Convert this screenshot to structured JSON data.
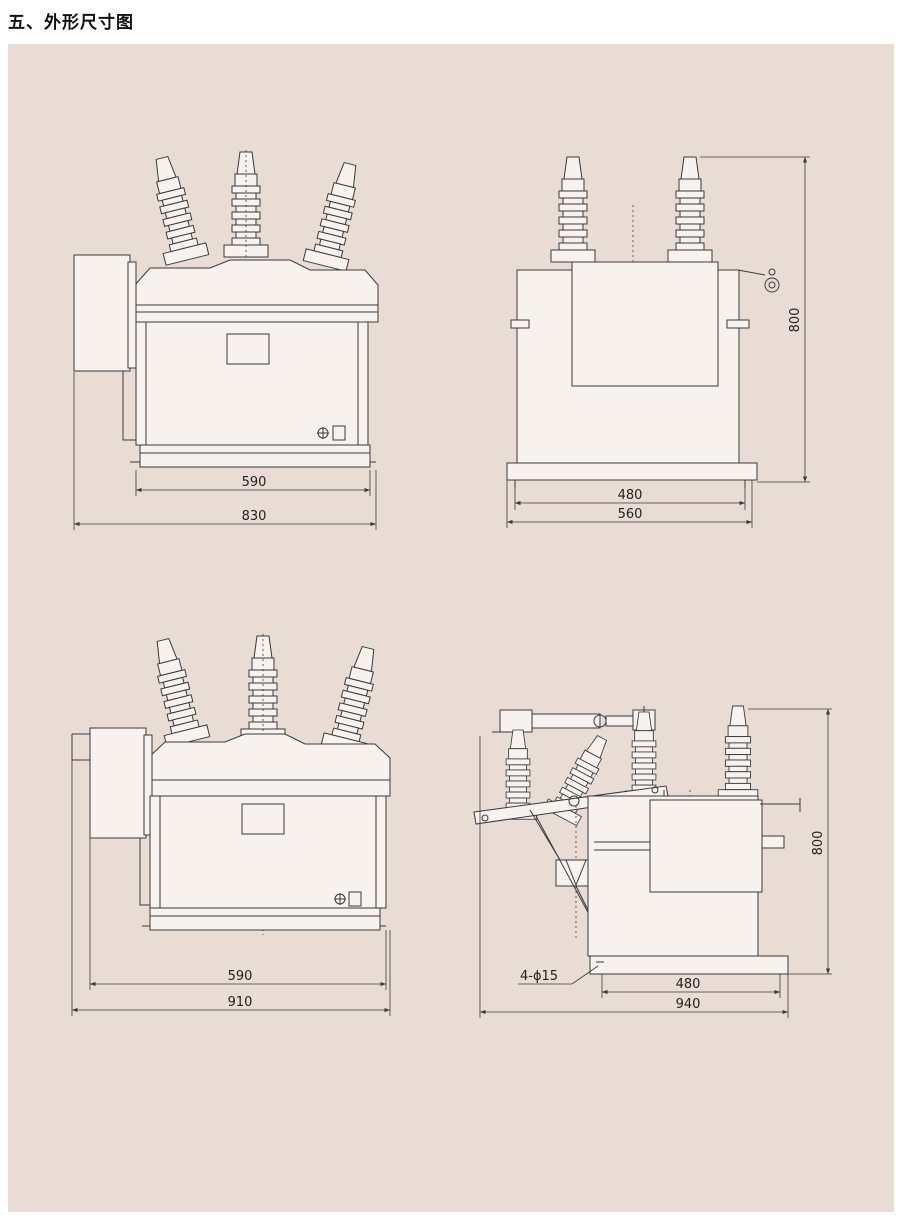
{
  "heading": "五、外形尺寸图",
  "views": {
    "top_left": {
      "dim_inner": "590",
      "dim_outer": "830"
    },
    "top_right": {
      "dim_inner": "480",
      "dim_outer": "560",
      "dim_height": "800"
    },
    "bottom_left": {
      "dim_inner": "590",
      "dim_outer": "910"
    },
    "bottom_right": {
      "dim_inner": "480",
      "dim_outer": "940",
      "dim_height": "800",
      "hole_label": "4-ϕ15"
    }
  }
}
